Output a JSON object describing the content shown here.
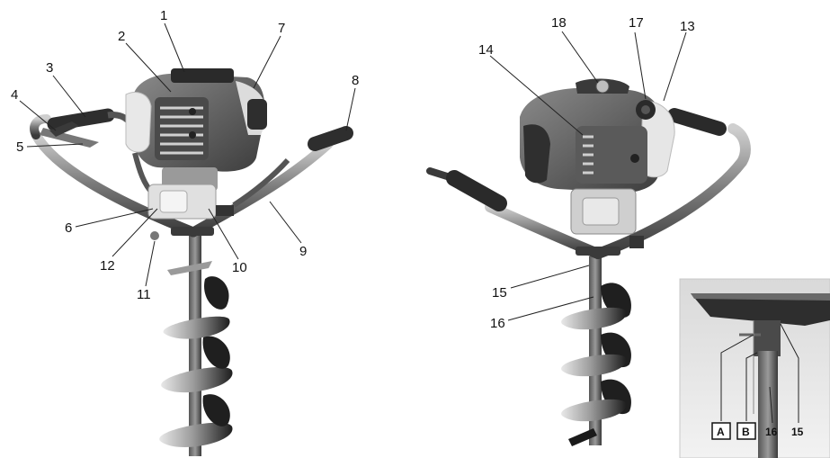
{
  "left_view": {
    "callouts": [
      "1",
      "2",
      "3",
      "4",
      "5",
      "6",
      "7",
      "8",
      "9",
      "10",
      "11",
      "12"
    ]
  },
  "right_view": {
    "callouts": [
      "13",
      "14",
      "15",
      "16",
      "17",
      "18"
    ]
  },
  "inset": {
    "box_labels": [
      "A",
      "B"
    ],
    "labels": [
      "16",
      "15"
    ]
  },
  "colors": {
    "metal_dark": "#2b2b2b",
    "metal_mid": "#6e6e6e",
    "metal_light": "#bdbdbd",
    "plastic_light": "#e6e6e6",
    "background": "#ffffff"
  }
}
